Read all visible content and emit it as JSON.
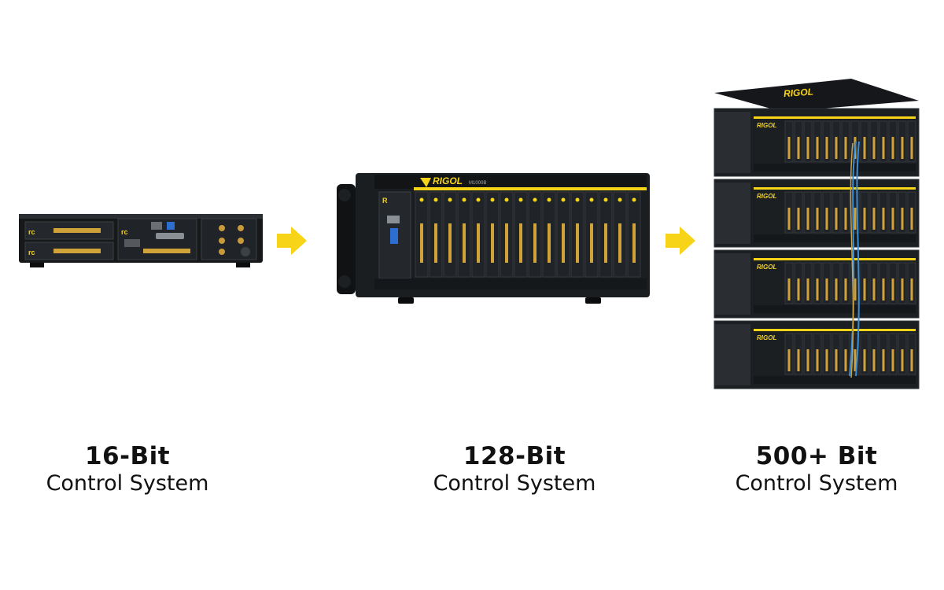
{
  "products": [
    {
      "bits": "16-Bit",
      "subtitle": "Control System"
    },
    {
      "bits": "128-Bit",
      "subtitle": "Control System"
    },
    {
      "bits": "500+ Bit",
      "subtitle": "Control System"
    }
  ],
  "brand": {
    "logo": "RIGOL",
    "model": "M1000B"
  },
  "colors": {
    "accent": "#f7d417",
    "chassis": "#1c1f22",
    "chassis_dark": "#0f1113",
    "panel": "#2a2e33",
    "cable": "#3a8ed8"
  },
  "icons": [
    "arrow-right-icon",
    "arrow-right-icon"
  ]
}
